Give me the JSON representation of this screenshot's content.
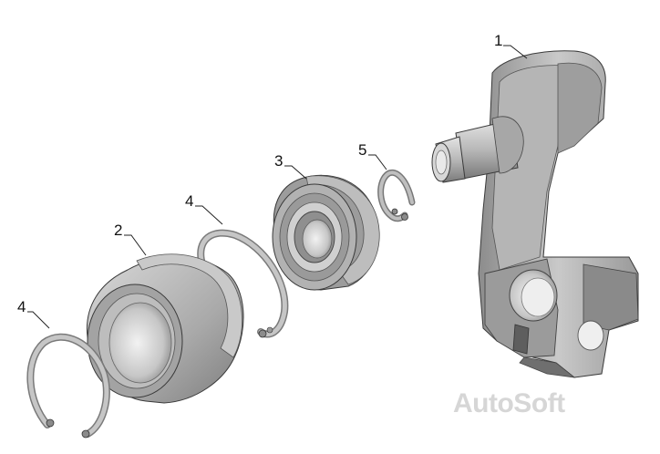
{
  "callouts": {
    "c1": "1",
    "c2": "2",
    "c3": "3",
    "c4a": "4",
    "c4b": "4",
    "c5": "5"
  },
  "watermark": "AutoSoft",
  "colors": {
    "part_light": "#cfcfcf",
    "part_mid": "#a8a8a8",
    "part_dark": "#6e6e6e",
    "outline": "#3a3a3a",
    "background": "#ffffff",
    "watermark": "#d6d6d6"
  }
}
